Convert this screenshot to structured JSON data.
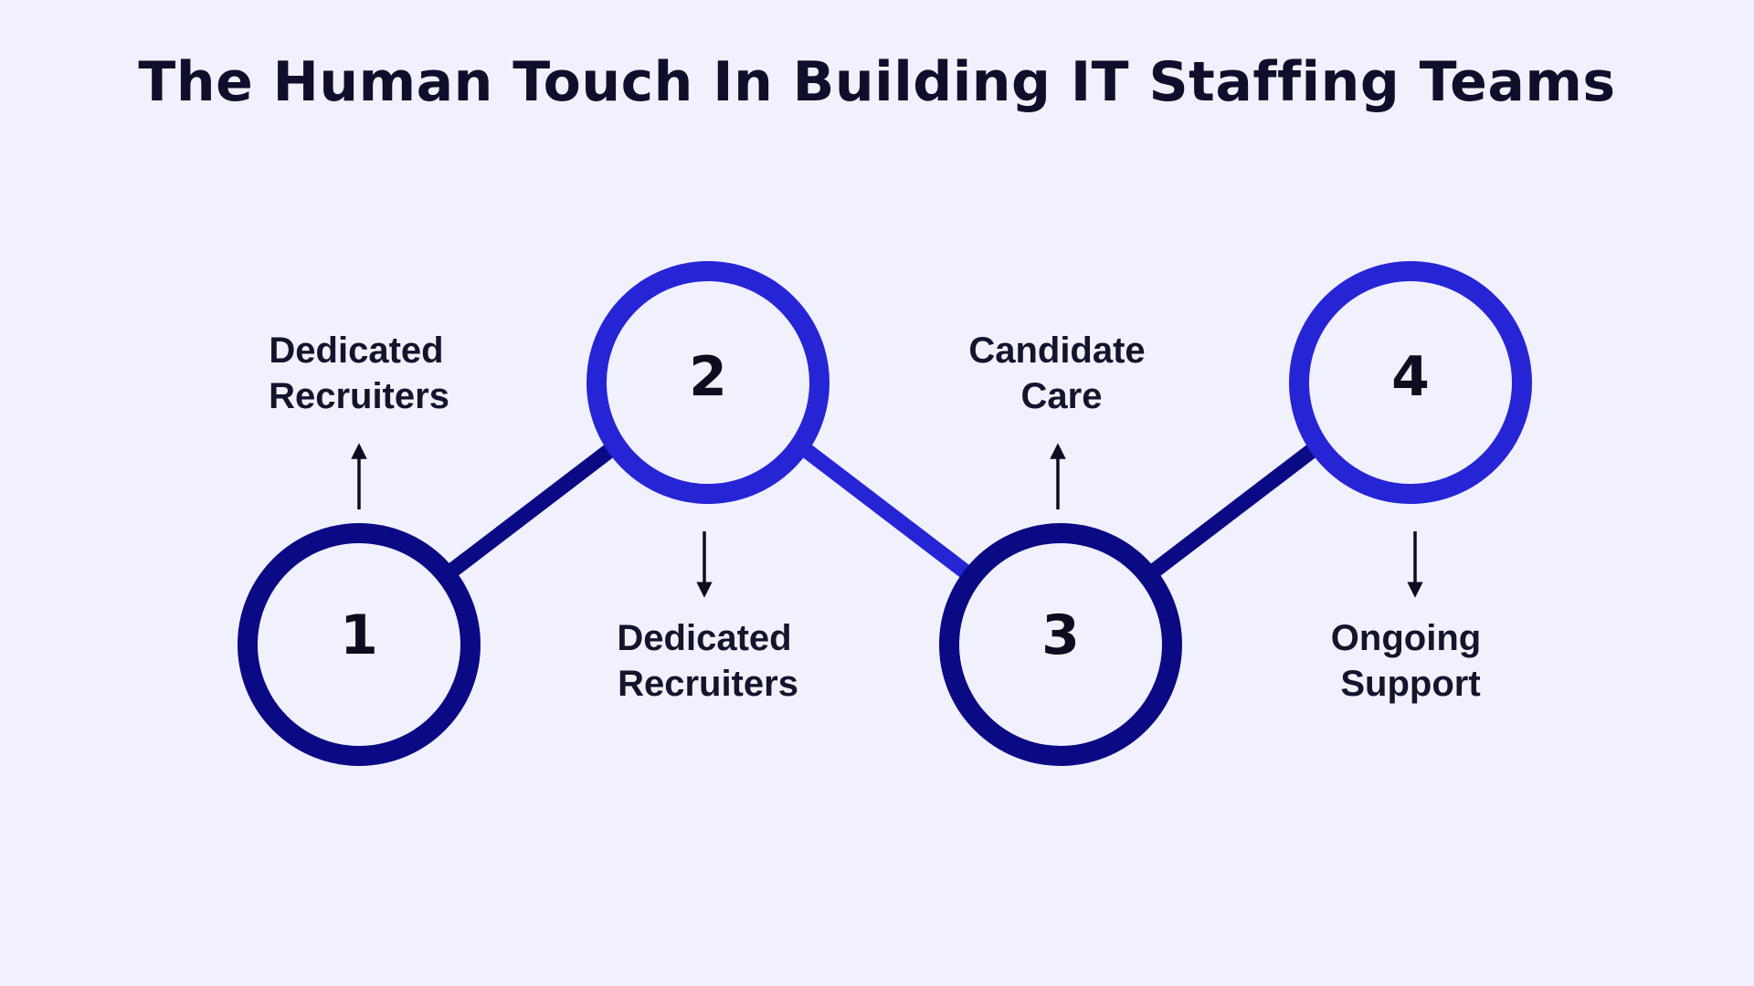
{
  "title": "The Human Touch In Building IT Staffing Teams",
  "colors": {
    "background": "#f0f1fd",
    "dark_blue": "#0a0a85",
    "bright_blue": "#2525d6",
    "text": "#14142b"
  },
  "steps": [
    {
      "number": "1",
      "label_line1": "Dedicated",
      "label_line2": "Recruiters",
      "arrow": "arrow-up"
    },
    {
      "number": "2",
      "label_line1": "Dedicated",
      "label_line2": "Recruiters",
      "arrow": "arrow-down"
    },
    {
      "number": "3",
      "label_line1": "Candidate",
      "label_line2": "Care",
      "arrow": "arrow-up"
    },
    {
      "number": "4",
      "label_line1": "Ongoing",
      "label_line2": "Support",
      "arrow": "arrow-down"
    }
  ]
}
